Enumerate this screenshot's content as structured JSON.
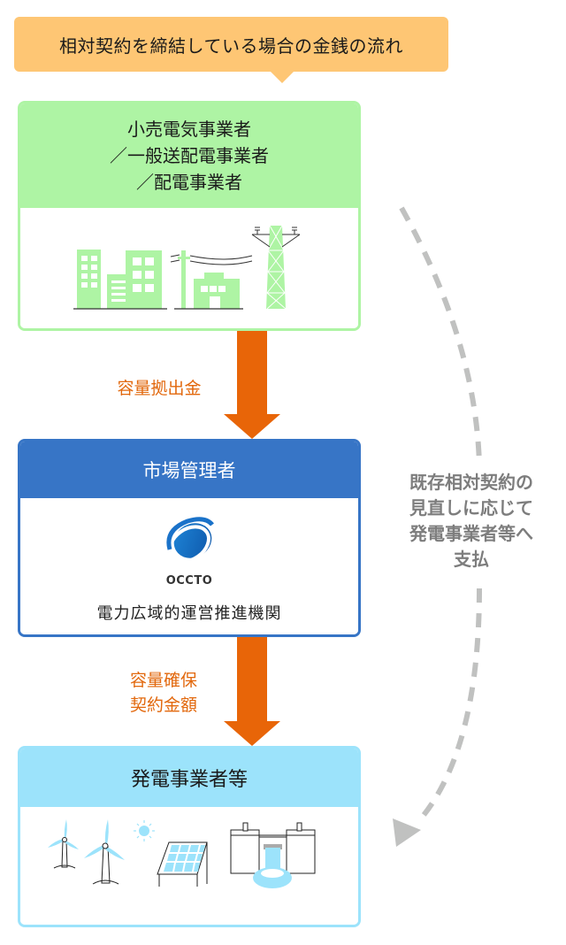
{
  "title": "相対契約を締結している場合の金銭の流れ",
  "nodes": {
    "retail": {
      "lines": [
        "小売電気事業者",
        "／一般送配電事業者",
        "／配電事業者"
      ],
      "illustration": "buildings-power-line-tower-icon"
    },
    "market": {
      "header": "市場管理者",
      "logo_text": "OCCTO",
      "org_name": "電力広域的運営推進機関"
    },
    "generator": {
      "header": "発電事業者等",
      "illustration": "wind-solar-dam-icon"
    }
  },
  "flows": {
    "retail_to_market": "容量拠出金",
    "market_to_generator": [
      "容量確保",
      "契約金額"
    ]
  },
  "side_note": [
    "既存相対契約の",
    "見直しに応じて",
    "発電事業者等へ",
    "支払"
  ],
  "colors": {
    "callout": "#fec674",
    "retail": "#aef4a4",
    "market": "#3775c6",
    "generator": "#9ce3fb",
    "flow_arrow": "#e86508",
    "flow_text": "#e2680d",
    "dashed_arrow": "#c0c1c0"
  }
}
